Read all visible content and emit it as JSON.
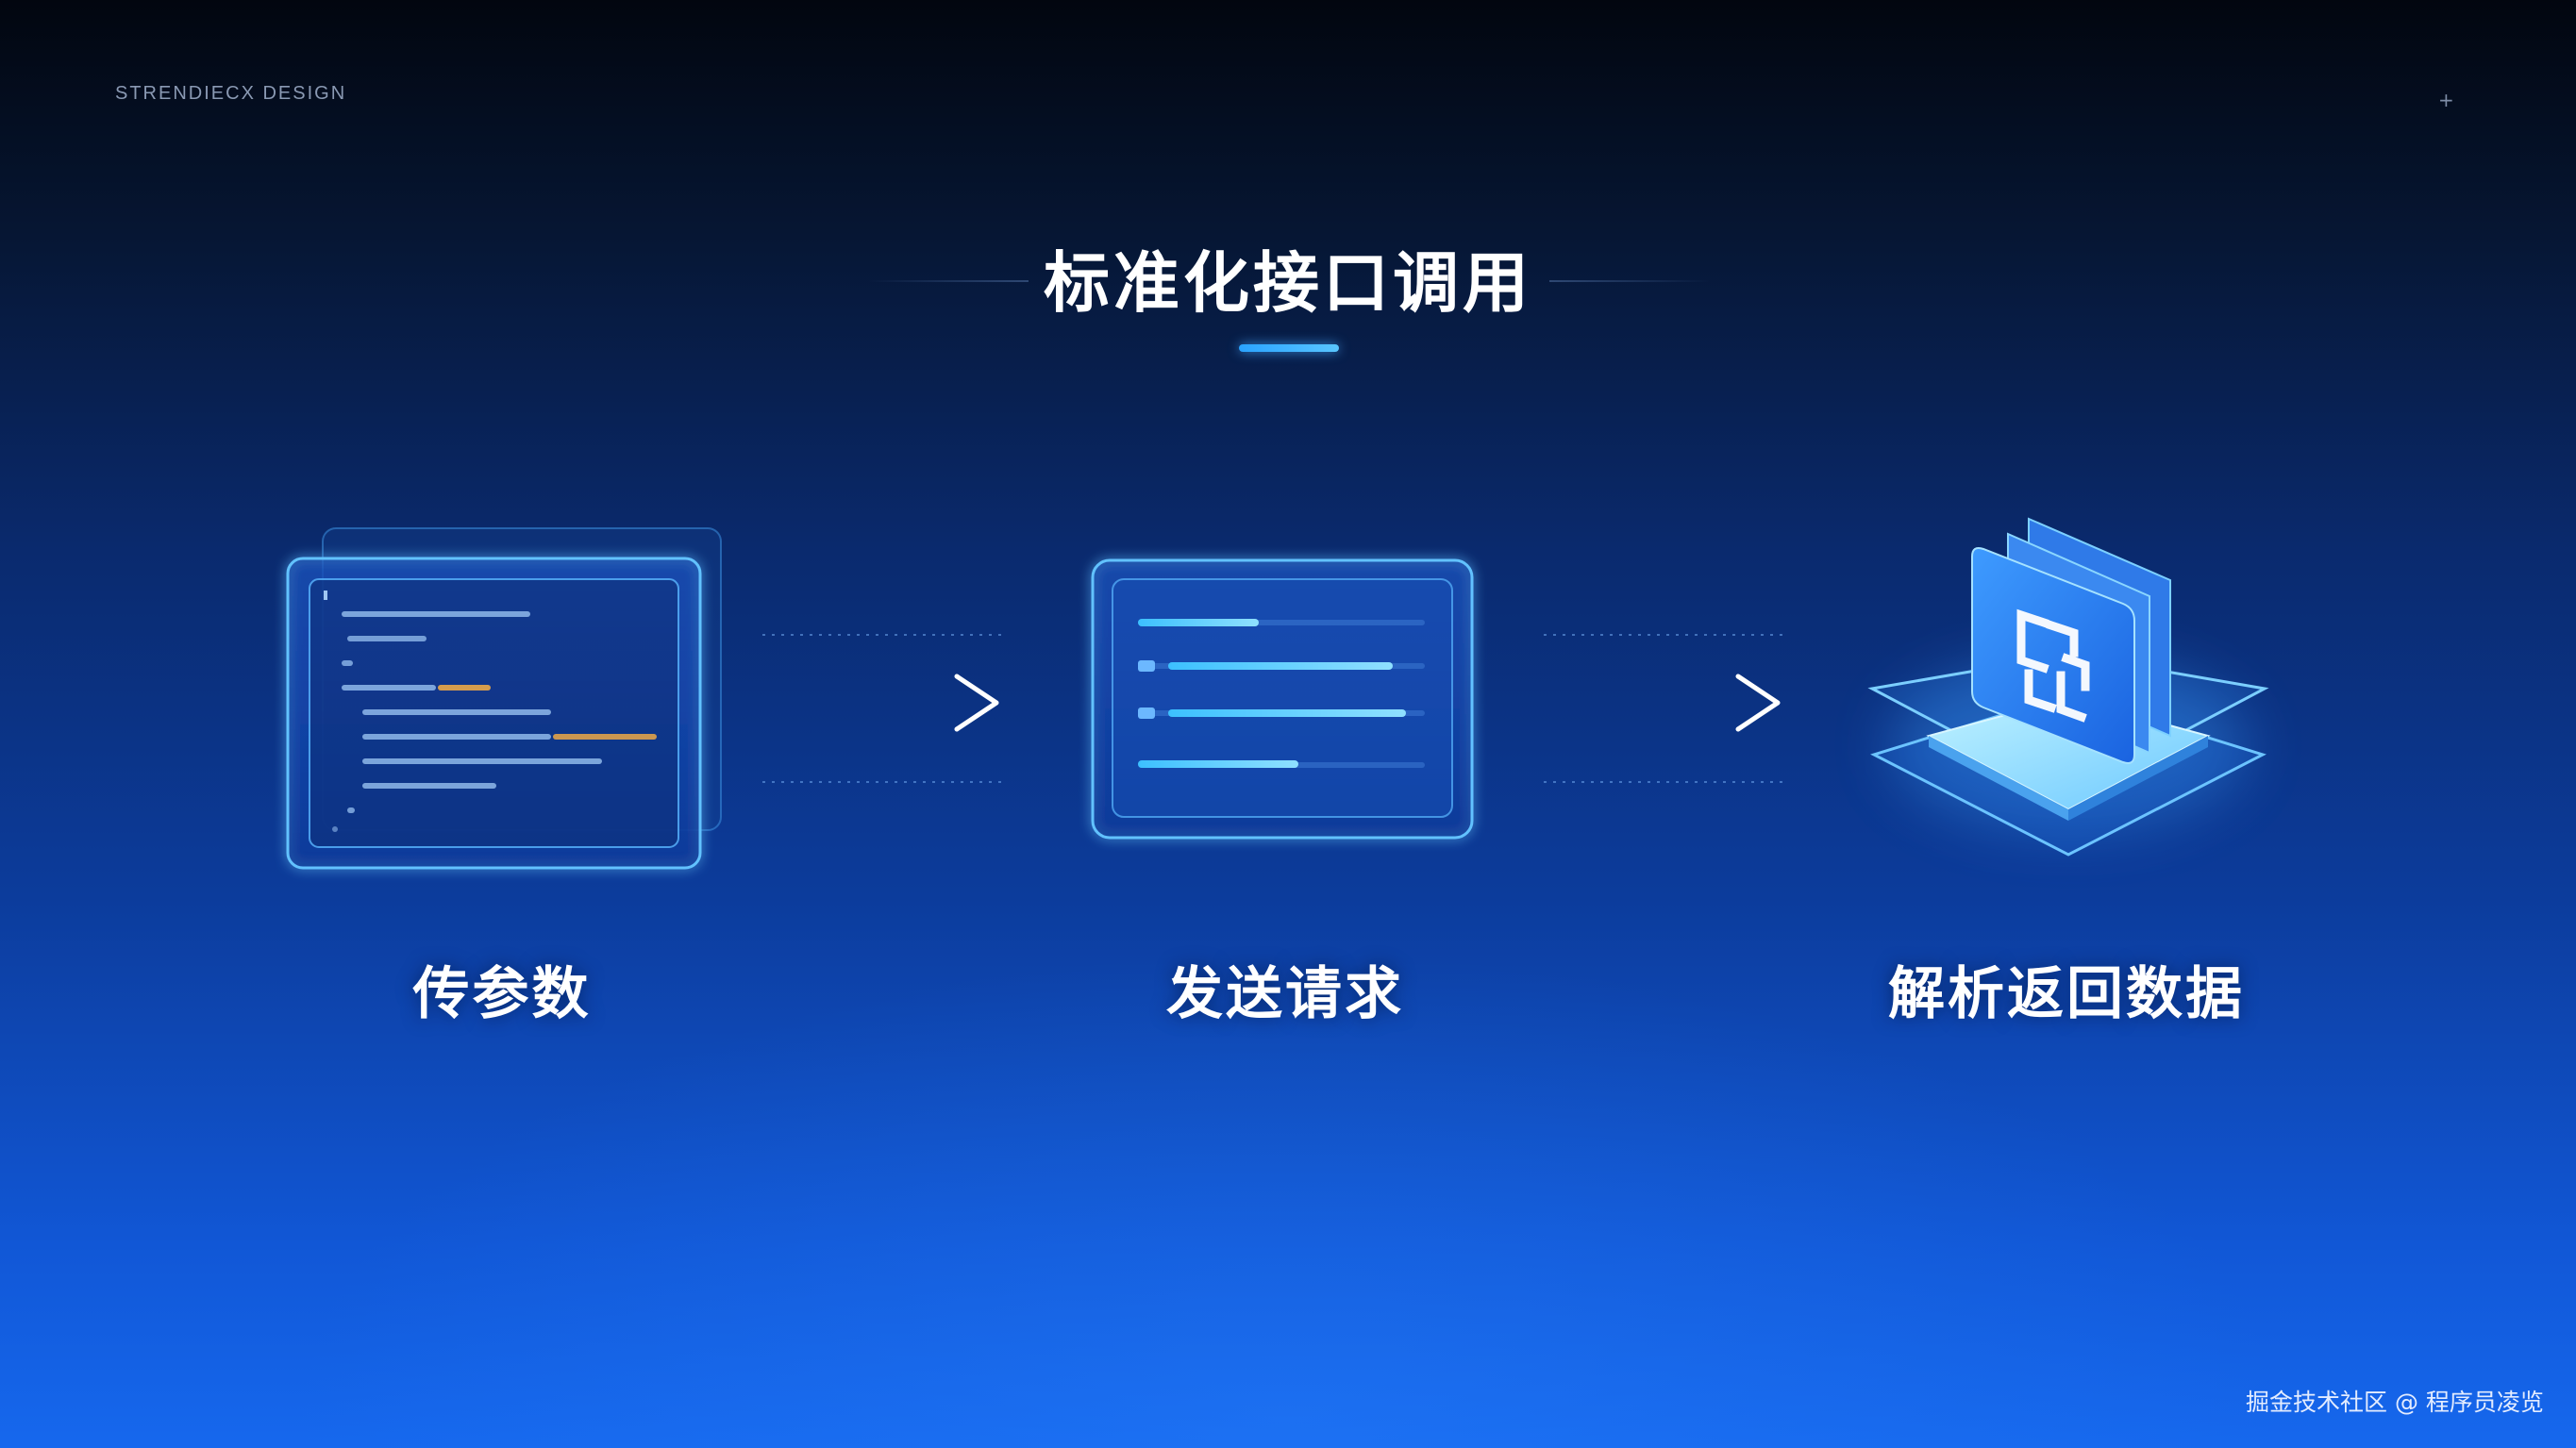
{
  "brand": "STRENDIECX DESIGN",
  "corner_mark": "+",
  "title": "标准化接口调用",
  "steps": [
    {
      "label": "传参数",
      "icon": "code-panel-icon"
    },
    {
      "label": "发送请求",
      "icon": "request-panel-icon"
    },
    {
      "label": "解析返回数据",
      "icon": "data-stack-icon"
    }
  ],
  "watermark": "掘金技术社区 @ 程序员凌览",
  "colors": {
    "background_top": "#02060f",
    "background_bottom": "#1668ee",
    "accent": "#2aa3ff",
    "panel_stroke": "#4fb6ff",
    "code_highlight": "#e0a24a"
  }
}
